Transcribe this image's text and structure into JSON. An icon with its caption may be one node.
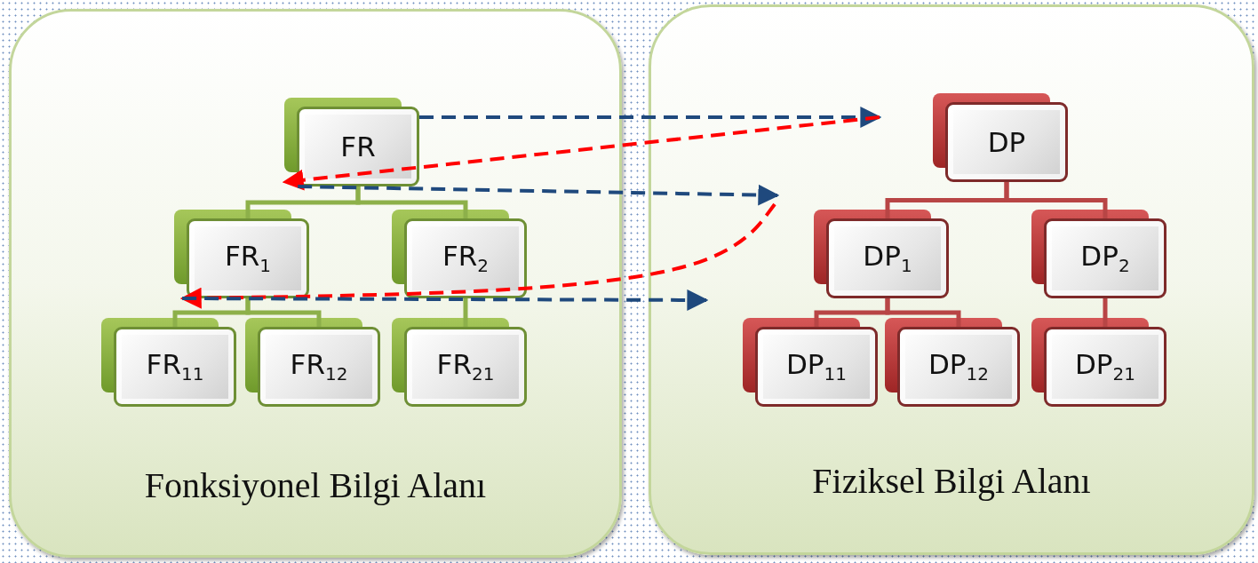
{
  "diagram": {
    "nodes": [
      {
        "text": [
          "Fonksiyonel Bilgi Alanı"
        ]
      },
      {
        "text": [
          "FR"
        ],
        "in": 0
      },
      {
        "text": [
          "FR$_{1}$"
        ],
        "in": 0
      },
      {
        "text": [
          "FR$_{2}$"
        ],
        "in": 0
      },
      {
        "text": [
          "FR$_{11}$"
        ],
        "in": 0
      },
      {
        "text": [
          "FR$_{12}$"
        ],
        "in": 0
      },
      {
        "text": [
          "FR$_{21}$"
        ],
        "in": 0
      },
      {
        "text": [
          "Fiziksel Bilgi Alanı"
        ]
      },
      {
        "text": [
          "DP"
        ],
        "in": 7
      },
      {
        "text": [
          "DP$_{1}$"
        ],
        "in": 7
      },
      {
        "text": [
          "DP$_{2}$"
        ],
        "in": 7
      },
      {
        "text": [
          "DP$_{11}$"
        ],
        "in": 7
      },
      {
        "text": [
          "DP$_{12}$"
        ],
        "in": 7
      },
      {
        "text": [
          "DP$_{21}$"
        ],
        "in": 7
      }
    ],
    "edges": [
      {
        "from": 1,
        "to": 2,
        "arrow": "none",
        "color": "#8db04a"
      },
      {
        "from": 1,
        "to": 3,
        "arrow": "none",
        "color": "#8db04a"
      },
      {
        "from": 2,
        "to": 4,
        "arrow": "none",
        "color": "#8db04a"
      },
      {
        "from": 2,
        "to": 5,
        "arrow": "none",
        "color": "#8db04a"
      },
      {
        "from": 3,
        "to": 6,
        "arrow": "none",
        "color": "#8db04a"
      },
      {
        "from": 8,
        "to": 9,
        "arrow": "none",
        "color": "#b84545"
      },
      {
        "from": 8,
        "to": 10,
        "arrow": "none",
        "color": "#b84545"
      },
      {
        "from": 9,
        "to": 11,
        "arrow": "none",
        "color": "#b84545"
      },
      {
        "from": 9,
        "to": 12,
        "arrow": "none",
        "color": "#b84545"
      },
      {
        "from": 10,
        "to": 13,
        "arrow": "none",
        "color": "#b84545"
      },
      {
        "from": 1,
        "to": null,
        "arrow": "to",
        "style": "dashed",
        "color": "#1f497d"
      },
      {
        "from": null,
        "to": 1,
        "arrow": "to",
        "style": "dashed",
        "color": "#ff0000"
      },
      {
        "from": 1,
        "to": null,
        "arrow": "to",
        "style": "dashed",
        "color": "#1f497d"
      },
      {
        "from": null,
        "to": 2,
        "arrow": "to",
        "style": "dashed",
        "color": "#ff0000"
      },
      {
        "from": 2,
        "to": null,
        "arrow": "to",
        "style": "dashed",
        "color": "#1f497d"
      }
    ]
  }
}
